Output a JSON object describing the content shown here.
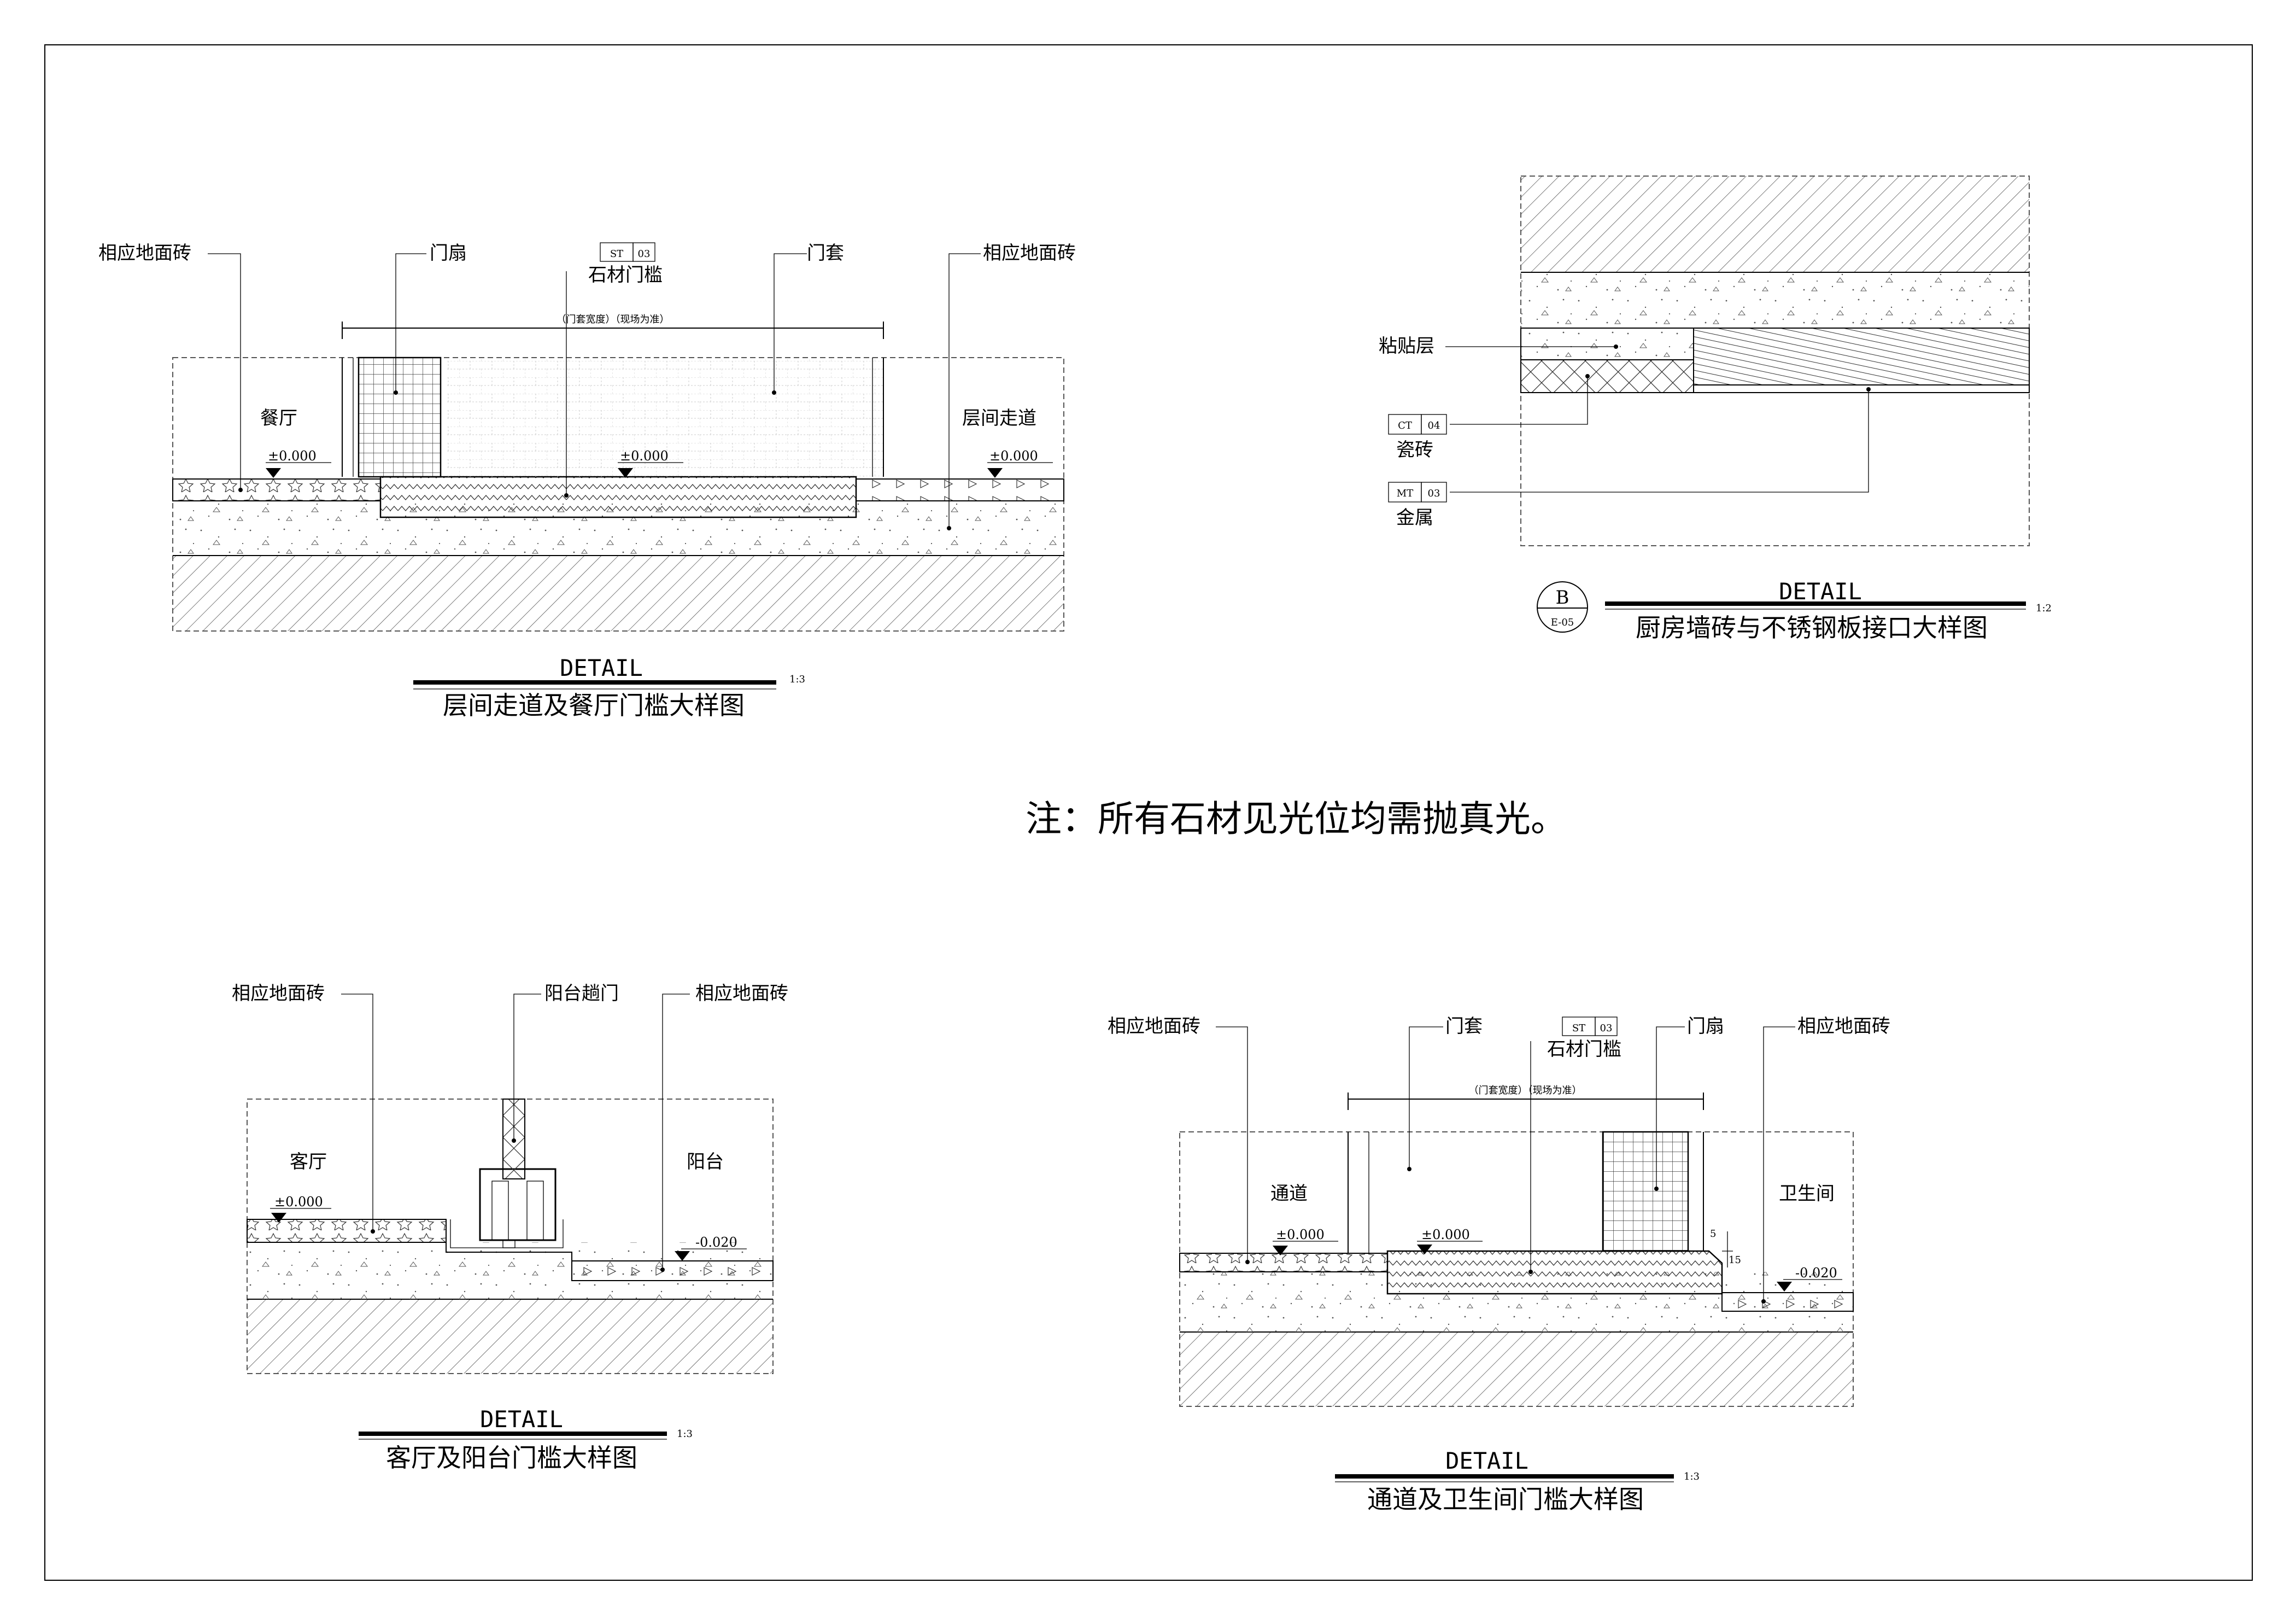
{
  "note": "注：所有石材见光位均需抛真光。",
  "detail1": {
    "tag": "DETAIL",
    "title": "层间走道及餐厅门槛大样图",
    "scale": "1:3",
    "labels": {
      "tile_left": "相应地面砖",
      "door_leaf": "门扇",
      "st_code": "ST",
      "st_num": "03",
      "stone_sill": "石材门槛",
      "door_frame": "门套",
      "tile_right": "相应地面砖",
      "width_note": "（门套宽度）（现场为准）",
      "room_left": "餐厅",
      "room_right": "层间走道",
      "lvl_left": "±0.000",
      "lvl_mid": "±0.000",
      "lvl_right": "±0.000"
    }
  },
  "detail2": {
    "tag": "DETAIL",
    "title": "厨房墙砖与不锈钢板接口大样图",
    "scale": "1:2",
    "bubble_letter": "B",
    "bubble_ref": "E-05",
    "labels": {
      "adhesive": "粘贴层",
      "ct_code": "CT",
      "ct_num": "04",
      "tile": "瓷砖",
      "mt_code": "MT",
      "mt_num": "03",
      "metal": "金属"
    }
  },
  "detail3": {
    "tag": "DETAIL",
    "title": "客厅及阳台门槛大样图",
    "scale": "1:3",
    "labels": {
      "tile_left": "相应地面砖",
      "balcony_door": "阳台趟门",
      "tile_right": "相应地面砖",
      "room_left": "客厅",
      "room_right": "阳台",
      "lvl_left": "±0.000",
      "lvl_right": "-0.020"
    }
  },
  "detail4": {
    "tag": "DETAIL",
    "title": "通道及卫生间门槛大样图",
    "scale": "1:3",
    "labels": {
      "tile_left": "相应地面砖",
      "door_frame": "门套",
      "st_code": "ST",
      "st_num": "03",
      "stone_sill": "石材门槛",
      "door_leaf": "门扇",
      "tile_right": "相应地面砖",
      "width_note": "（门套宽度）（现场为准）",
      "room_left": "通道",
      "room_right": "卫生间",
      "lvl_left": "±0.000",
      "lvl_mid": "±0.000",
      "lvl_right": "-0.020",
      "dim_a": "5",
      "dim_b": "15"
    }
  }
}
